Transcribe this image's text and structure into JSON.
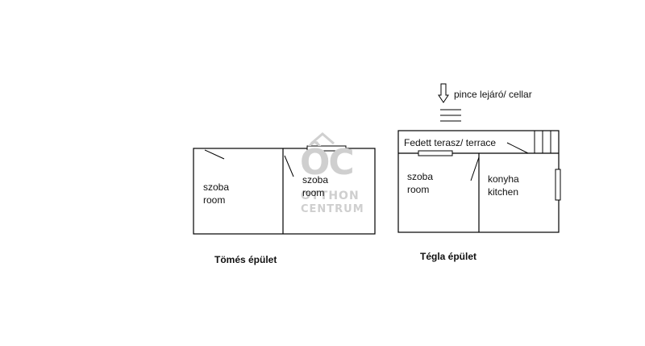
{
  "watermark": {
    "monogram": "ÔC",
    "line1": "OTTHON",
    "line2": "CENTRUM",
    "color": "#cfcfcf"
  },
  "left_building": {
    "caption": "Tömés épület",
    "rooms": [
      {
        "line1": "szoba",
        "line2": "room"
      },
      {
        "line1": "szoba",
        "line2": "room"
      }
    ]
  },
  "right_building": {
    "caption": "Tégla épület",
    "terrace": "Fedett terasz/ terrace",
    "rooms": [
      {
        "line1": "szoba",
        "line2": "room"
      },
      {
        "line1": "konyha",
        "line2": "kitchen"
      }
    ]
  },
  "cellar": {
    "label": "pince lejáró/ cellar"
  }
}
